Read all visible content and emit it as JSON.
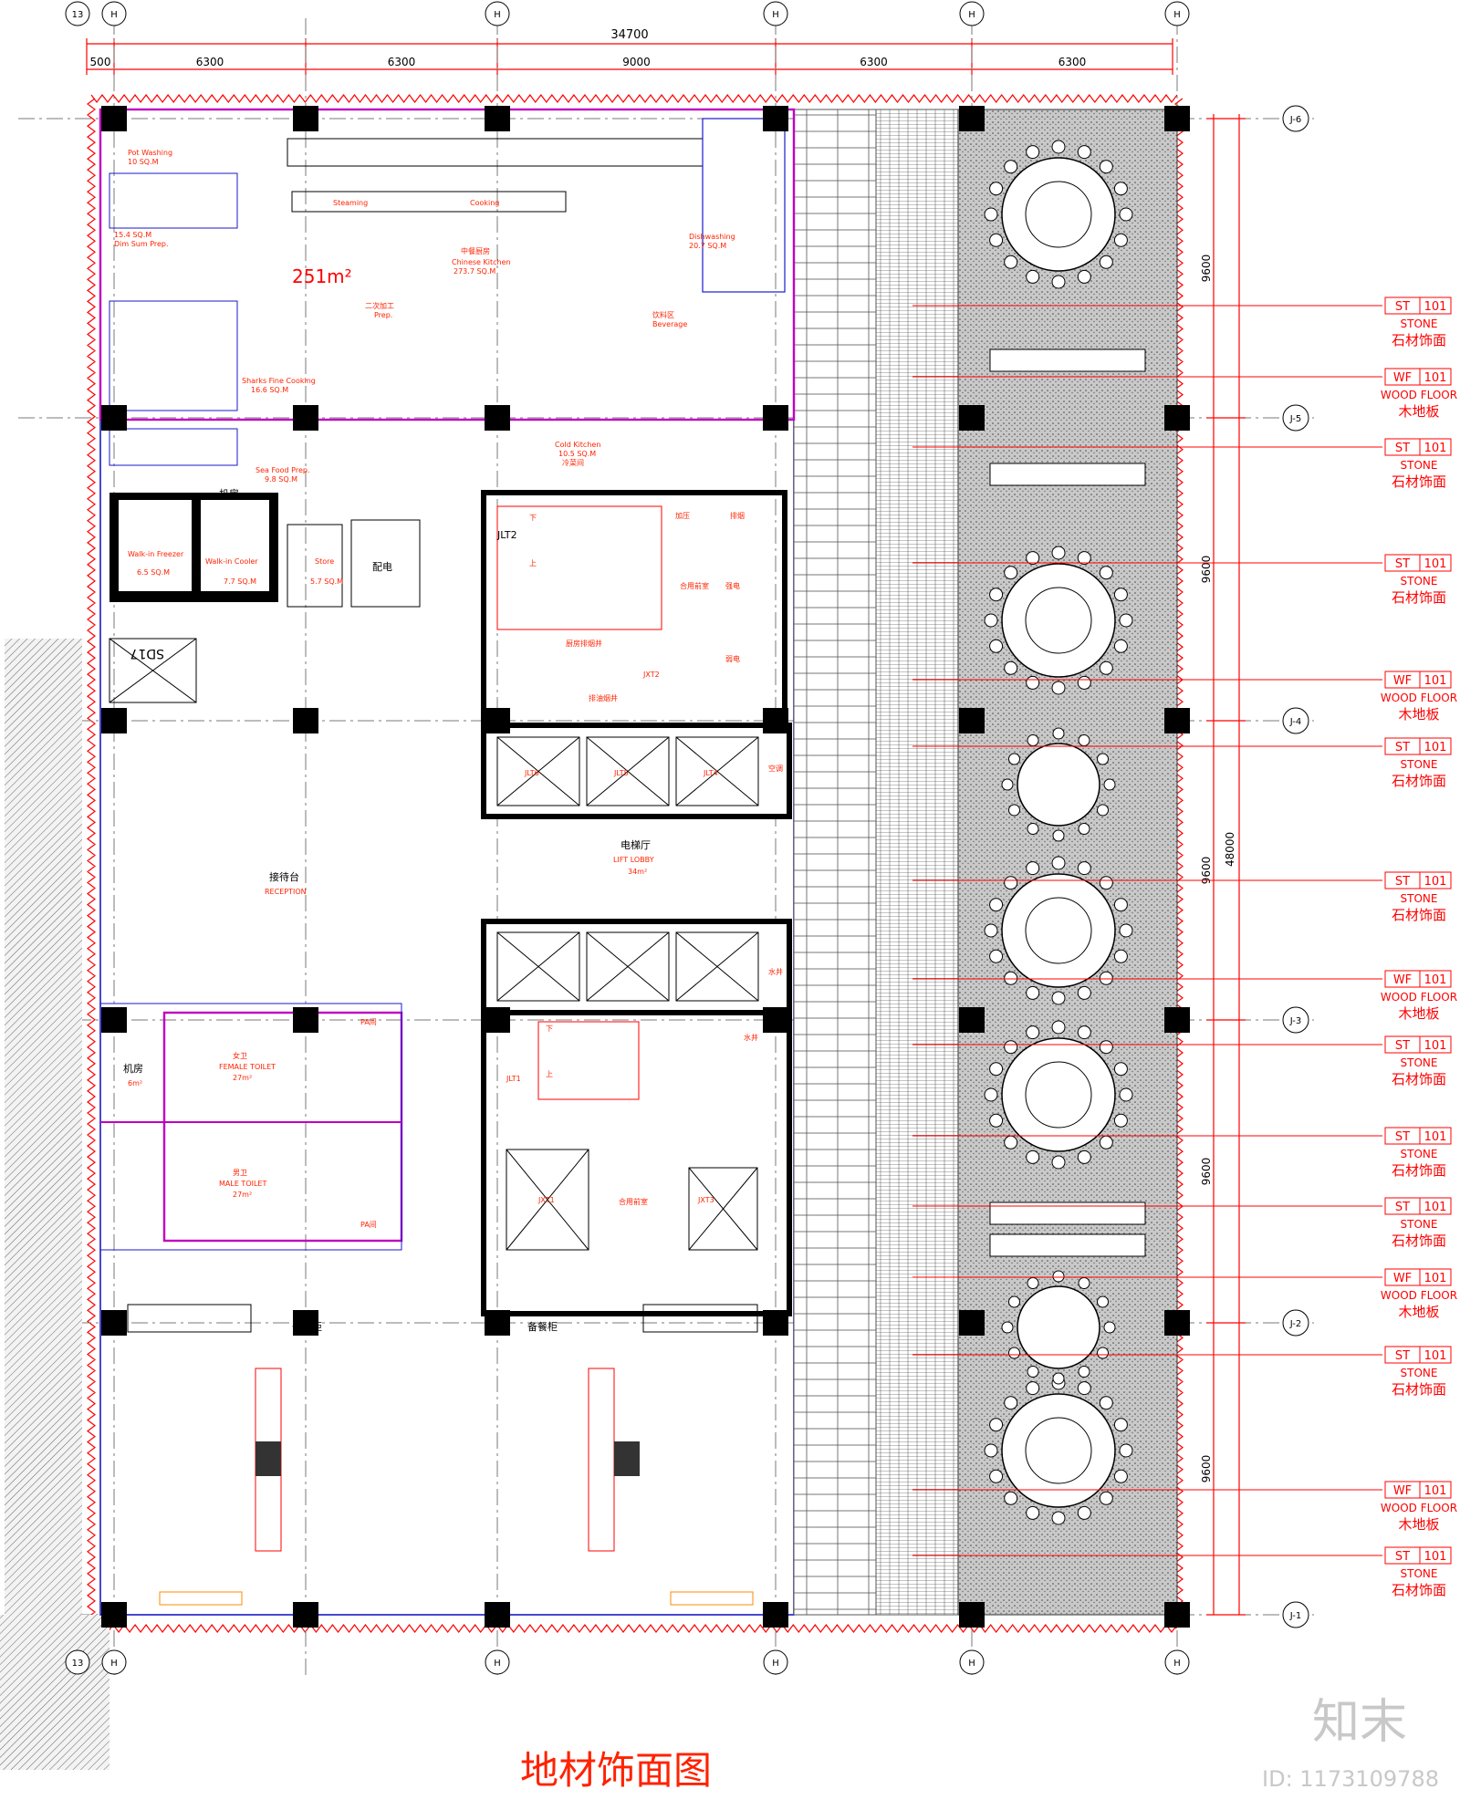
{
  "drawing": {
    "title": "地材饰面图",
    "area_label": "251m²",
    "watermark_brand": "知末",
    "watermark_id": "ID: 1173109788"
  },
  "dimensions": {
    "overall_width": "34700",
    "overall_height": "48000",
    "top_segments": [
      "500",
      "6300",
      "6300",
      "9000",
      "6300",
      "6300"
    ],
    "right_segments": [
      "9600",
      "9600",
      "9600",
      "9600",
      "9600"
    ]
  },
  "grid_labels": {
    "top": [
      "13",
      "H",
      "H",
      "H",
      "H",
      "H"
    ],
    "right": [
      "J-6",
      "J-5",
      "J-4",
      "J-3",
      "J-2",
      "J-1"
    ]
  },
  "legend": [
    {
      "code": "ST",
      "num": "101",
      "en": "STONE",
      "cn": "石材饰面"
    },
    {
      "code": "WF",
      "num": "101",
      "en": "WOOD FLOOR",
      "cn": "木地板"
    },
    {
      "code": "ST",
      "num": "101",
      "en": "STONE",
      "cn": "石材饰面"
    },
    {
      "code": "ST",
      "num": "101",
      "en": "STONE",
      "cn": "石材饰面"
    },
    {
      "code": "WF",
      "num": "101",
      "en": "WOOD FLOOR",
      "cn": "木地板"
    },
    {
      "code": "ST",
      "num": "101",
      "en": "STONE",
      "cn": "石材饰面"
    },
    {
      "code": "ST",
      "num": "101",
      "en": "STONE",
      "cn": "石材饰面"
    },
    {
      "code": "WF",
      "num": "101",
      "en": "WOOD FLOOR",
      "cn": "木地板"
    },
    {
      "code": "ST",
      "num": "101",
      "en": "STONE",
      "cn": "石材饰面"
    },
    {
      "code": "ST",
      "num": "101",
      "en": "STONE",
      "cn": "石材饰面"
    },
    {
      "code": "ST",
      "num": "101",
      "en": "STONE",
      "cn": "石材饰面"
    },
    {
      "code": "WF",
      "num": "101",
      "en": "WOOD FLOOR",
      "cn": "木地板"
    },
    {
      "code": "ST",
      "num": "101",
      "en": "STONE",
      "cn": "石材饰面"
    },
    {
      "code": "WF",
      "num": "101",
      "en": "WOOD FLOOR",
      "cn": "木地板"
    },
    {
      "code": "ST",
      "num": "101",
      "en": "STONE",
      "cn": "石材饰面"
    }
  ],
  "rooms": {
    "pot_washing": "Pot Washing",
    "pot_washing_area": "10 SQ.M",
    "dish_prep": "Dim Sum Prep.",
    "dish_prep_area": "15.4 SQ.M",
    "steaming": "Steaming",
    "cooking": "Cooking",
    "dishwashing": "Dishwashing",
    "dishwashing_area": "20.7 SQ.M",
    "chinese_kitchen": "Chinese Kitchen",
    "chinese_kitchen_area": "273.7 SQ.M",
    "chinese_kitchen_cn": "中餐厨房",
    "prep": "二次加工",
    "prep_en": "Prep.",
    "beverage": "Beverage",
    "beverage_cn": "饮料区",
    "sharks_fine": "Sharks Fine Cooking",
    "sharks_fine_area": "16.6 SQ.M",
    "cold_kitchen": "Cold Kitchen",
    "cold_kitchen_area": "10.5 SQ.M",
    "cold_kitchen_cn": "冷菜间",
    "seafood_prep": "Sea Food Prep.",
    "seafood_prep_area": "9.8 SQ.M",
    "machine_room_1": "机房",
    "walkin_freezer": "Walk-in Freezer",
    "walkin_freezer_area": "6.5 SQ.M",
    "walkin_cooler": "Walk-in Cooler",
    "walkin_cooler_area": "7.7 SQ.M",
    "store": "Store",
    "store_area": "5.7 SQ.M",
    "power": "配电",
    "jlt2": "JLT2",
    "shared_front_room": "合用前室",
    "strong_elec": "强电",
    "weak_elec": "弱电",
    "pressure": "加压",
    "exhaust": "排烟",
    "kitchen_exhaust": "厨房排烟井",
    "oil_fume_shaft": "排油烟井",
    "jxt2": "JXT2",
    "jlt6": "JLT6",
    "jlt5": "JLT5",
    "jlt4": "JLT4",
    "ac": "空调",
    "sd17": "SD17",
    "reception_cn": "接待台",
    "reception": "RECEPTION",
    "lift_lobby_cn": "电梯厅",
    "lift_lobby": "LIFT LOBBY",
    "lift_lobby_area": "34m²",
    "water_shaft": "水井",
    "machine_room_2": "机房",
    "machine_room_2_area": "6m²",
    "female_toilet_cn": "女卫",
    "female_toilet": "FEMALE TOILET",
    "female_toilet_area": "27m²",
    "male_toilet_cn": "男卫",
    "male_toilet": "MALE TOILET",
    "male_toilet_area": "27m²",
    "pa_room": "PA间",
    "jlt1": "JLT1",
    "jxt1": "JXT1",
    "jxt3": "JXT3",
    "service_cabinet": "备餐柜",
    "down": "下",
    "up": "上"
  }
}
